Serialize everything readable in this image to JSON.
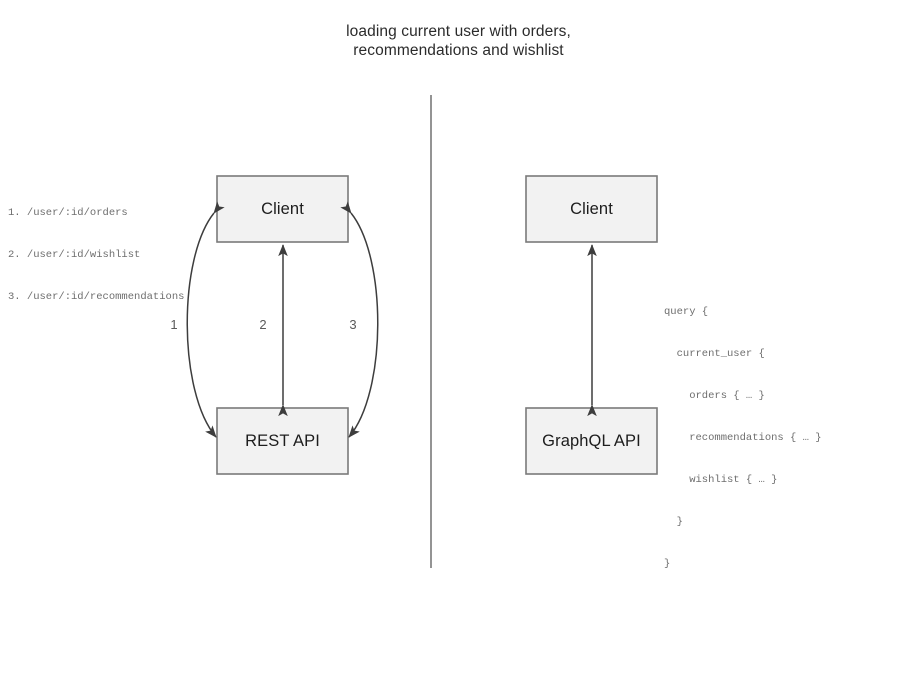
{
  "title": {
    "line1": "loading current user with orders,",
    "line2": "recommendations and wishlist"
  },
  "colors": {
    "box_fill": "#f2f2f2",
    "box_border": "#7a7a7a",
    "edge_stroke": "#3d3d3d",
    "divider": "#7a7a7a",
    "text": "#1d1d1d",
    "annotation_text": "#6e6e6e"
  },
  "rest_panel": {
    "client_box_label": "Client",
    "api_box_label": "REST API",
    "edge_numbers": [
      "1",
      "2",
      "3"
    ],
    "endpoints": [
      "1. /user/:id/orders",
      "2. /user/:id/wishlist",
      "3. /user/:id/recommendations"
    ]
  },
  "graphql_panel": {
    "client_box_label": "Client",
    "api_box_label": "GraphQL API",
    "query_lines": [
      "query {",
      "  current_user {",
      "    orders { … }",
      "    recommendations { … }",
      "    wishlist { … }",
      "  }",
      "}"
    ]
  }
}
